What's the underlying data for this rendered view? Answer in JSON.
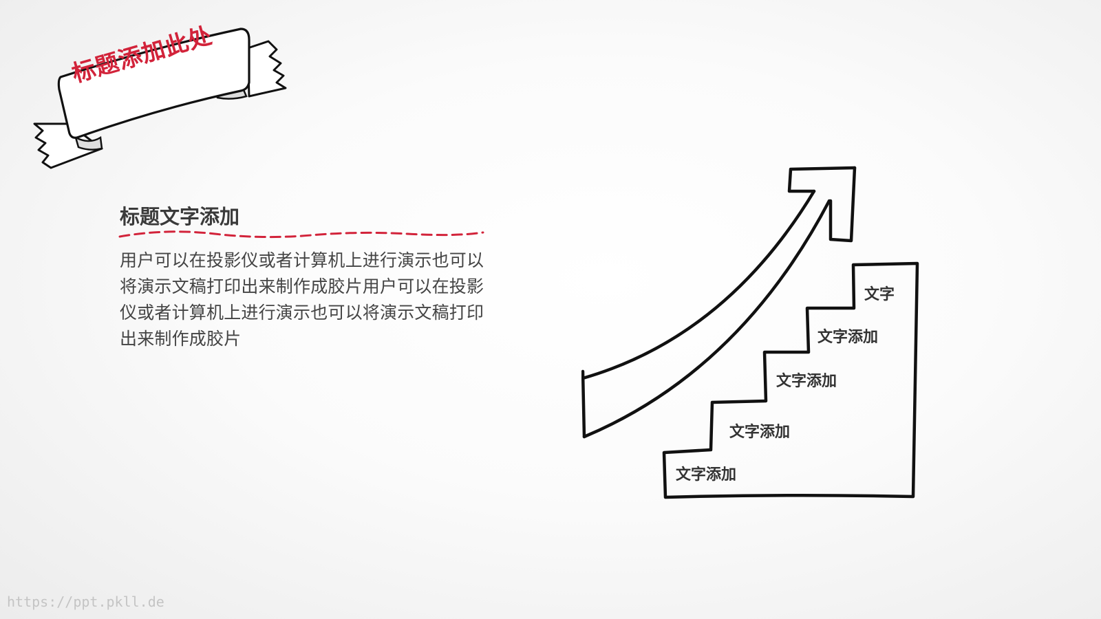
{
  "banner": {
    "title": "标题添加此处"
  },
  "content": {
    "subtitle": "标题文字添加",
    "body": "用户可以在投影仪或者计算机上进行演示也可以将演示文稿打印出来制作成胶片用户可以在投影仪或者计算机上进行演示也可以将演示文稿打印出来制作成胶片"
  },
  "stairs": {
    "steps": [
      {
        "label": "文字添加"
      },
      {
        "label": "文字添加"
      },
      {
        "label": "文字添加"
      },
      {
        "label": "文字添加"
      },
      {
        "label": "文字"
      }
    ]
  },
  "watermark": "https://ppt.pkll.de",
  "colors": {
    "accent": "#d2233a",
    "ink": "#111111",
    "text": "#444444"
  }
}
